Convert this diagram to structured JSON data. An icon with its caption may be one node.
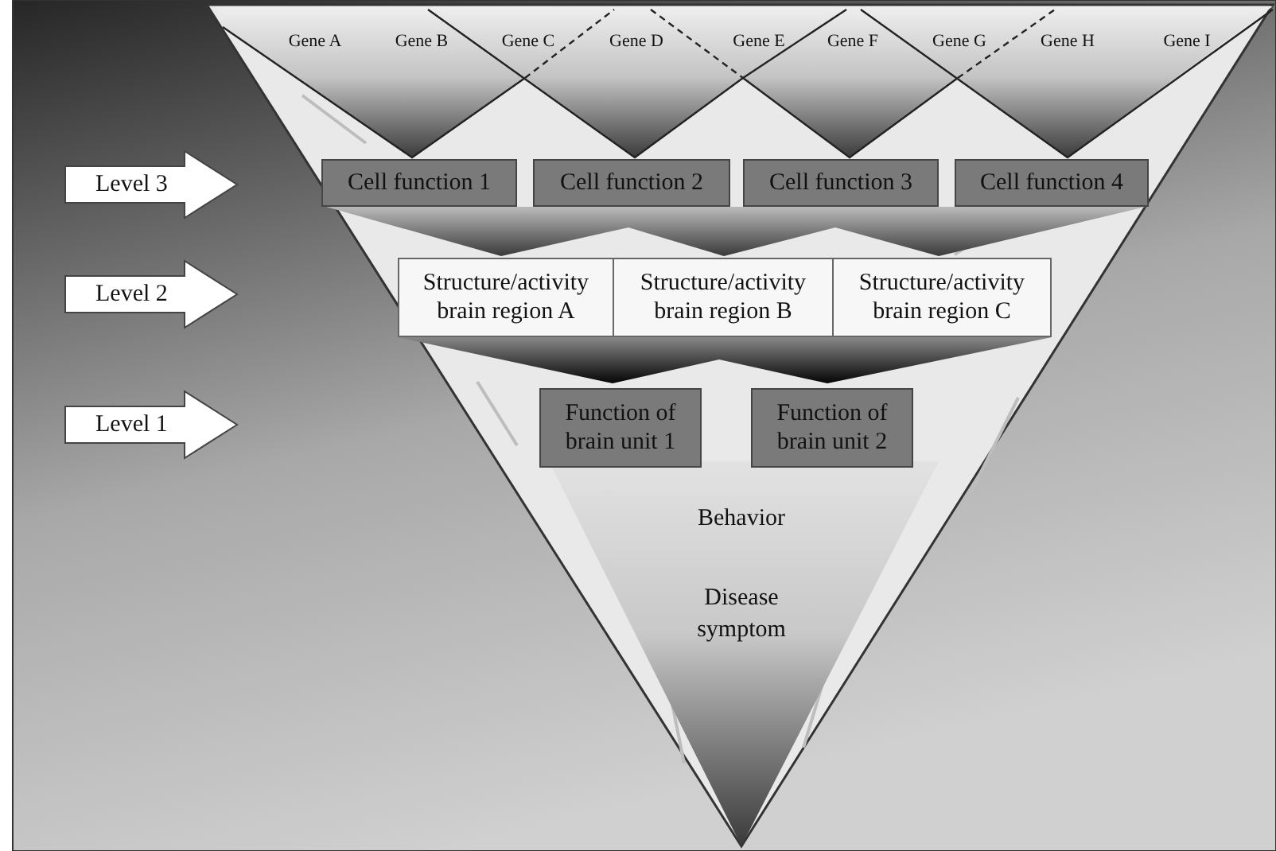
{
  "diagram": {
    "nodes": [
      {
        "text": [
          "Level 3"
        ]
      },
      {
        "text": [
          "Level 2"
        ]
      },
      {
        "text": [
          "Level 1"
        ]
      },
      {
        "text": [
          "Cell function 1"
        ]
      },
      {
        "text": [
          "Cell function 2"
        ]
      },
      {
        "text": [
          "Cell function 3"
        ]
      },
      {
        "text": [
          "Cell function 4"
        ]
      },
      {
        "text": [
          "Structure/activity brain region A"
        ]
      },
      {
        "text": [
          "Structure/activity brain region B"
        ]
      },
      {
        "text": [
          "Structure/activity brain region C"
        ]
      },
      {
        "text": [
          "Function of brain unit 1"
        ]
      },
      {
        "text": [
          "Function of brain unit 2"
        ]
      }
    ],
    "labels": [
      "Gene A",
      "Gene B",
      "Gene C",
      "Gene D",
      "Gene E",
      "Gene F",
      "Gene G",
      "Gene H",
      "Gene I",
      "Behavior",
      "Disease symptom"
    ]
  }
}
